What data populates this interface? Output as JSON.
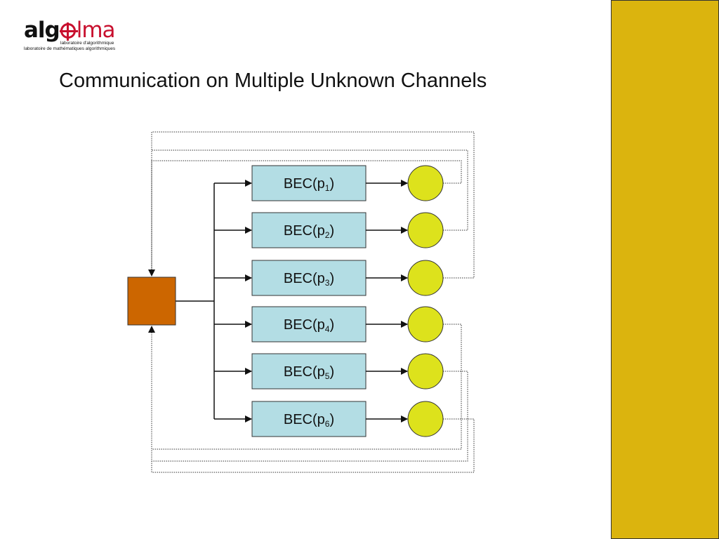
{
  "logo": {
    "word_a": "alg",
    "word_b": "lma",
    "line1": "laboratoire d'algorithmique",
    "line2": "laboratoire de mathématiques algorithmiques",
    "icon": "plus-circle-icon"
  },
  "title": "Communication on Multiple Unknown Channels",
  "colors": {
    "channel_fill": "#b3dde4",
    "receiver_fill": "#dde21c",
    "source_fill": "#cc6600",
    "sidebar": "#dbb40e"
  },
  "diagram": {
    "channels": [
      {
        "prefix": "BEC(p",
        "sub": "1",
        "suffix": ")"
      },
      {
        "prefix": "BEC(p",
        "sub": "2",
        "suffix": ")"
      },
      {
        "prefix": "BEC(p",
        "sub": "3",
        "suffix": ")"
      },
      {
        "prefix": "BEC(p",
        "sub": "4",
        "suffix": ")"
      },
      {
        "prefix": "BEC(p",
        "sub": "5",
        "suffix": ")"
      },
      {
        "prefix": "BEC(p",
        "sub": "6",
        "suffix": ")"
      }
    ]
  }
}
